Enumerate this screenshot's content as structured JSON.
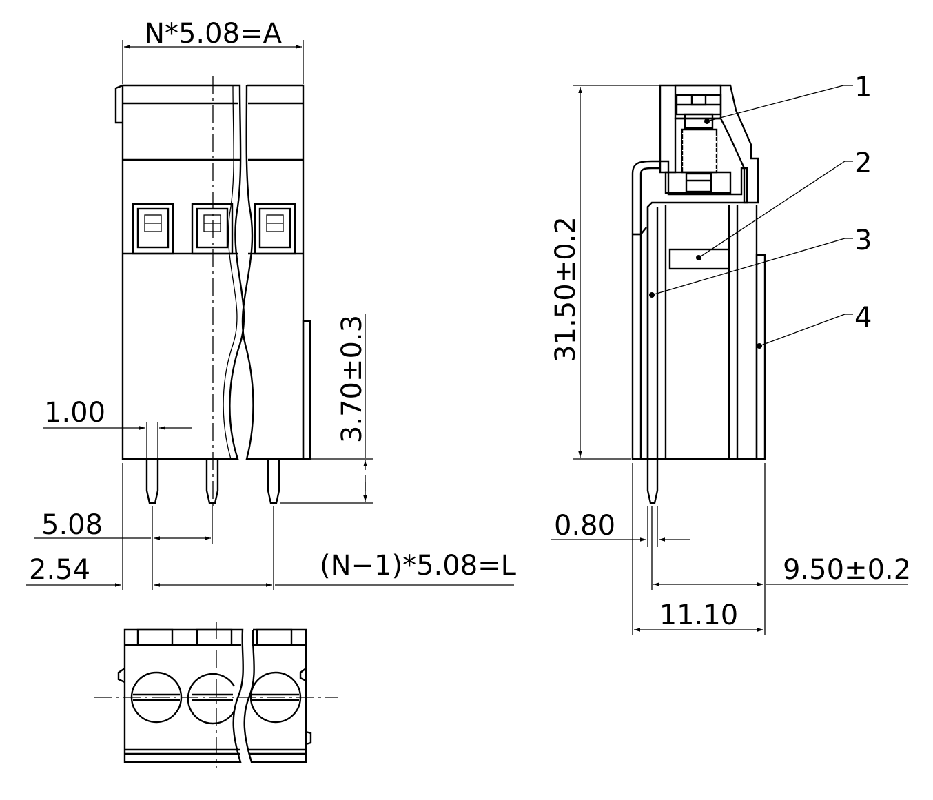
{
  "front_view": {
    "dim_width": "N*5.08=A",
    "dim_pin_width": "1.00",
    "dim_pin_height": "3.70±0.3",
    "dim_pitch": "5.08",
    "dim_offset": "2.54",
    "dim_length": "(N−1)*5.08=L"
  },
  "side_view": {
    "dim_height": "31.50±0.2",
    "dim_pin_thickness": "0.80",
    "dim_depth": "9.50±0.2",
    "dim_overall_depth": "11.10",
    "callouts": [
      "1",
      "2",
      "3",
      "4"
    ]
  },
  "colors": {
    "line": "#000000",
    "background": "#ffffff"
  }
}
